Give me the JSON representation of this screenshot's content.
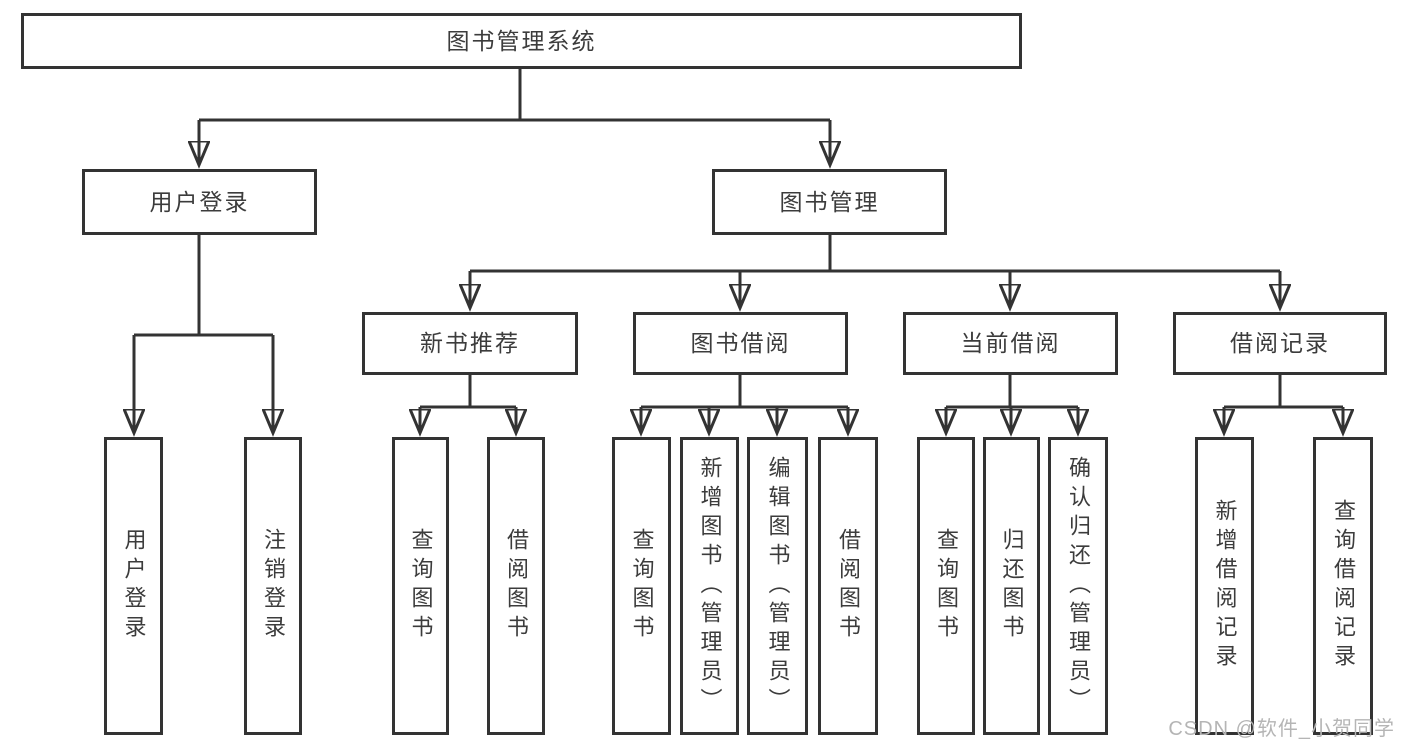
{
  "diagram_type": "functional-structure-tree",
  "tree": {
    "root": "图书管理系统",
    "branches": [
      {
        "label": "用户登录",
        "children": [
          "用户登录",
          "注销登录"
        ]
      },
      {
        "label": "图书管理",
        "children": [
          {
            "label": "新书推荐",
            "children": [
              "查询图书",
              "借阅图书"
            ]
          },
          {
            "label": "图书借阅",
            "children": [
              "查询图书",
              "新增图书（管理员）",
              "编辑图书（管理员）",
              "借阅图书"
            ]
          },
          {
            "label": "当前借阅",
            "children": [
              "查询图书",
              "归还图书",
              "确认归还（管理员）"
            ]
          },
          {
            "label": "借阅记录",
            "children": [
              "新增借阅记录",
              "查询借阅记录"
            ]
          }
        ]
      }
    ]
  },
  "watermark": "CSDN @软件_小贺同学",
  "colors": {
    "line": "#333333",
    "box_border": "#333333",
    "text": "#3c3c3c",
    "watermark": "#b5b5b5",
    "background": "#ffffff"
  }
}
